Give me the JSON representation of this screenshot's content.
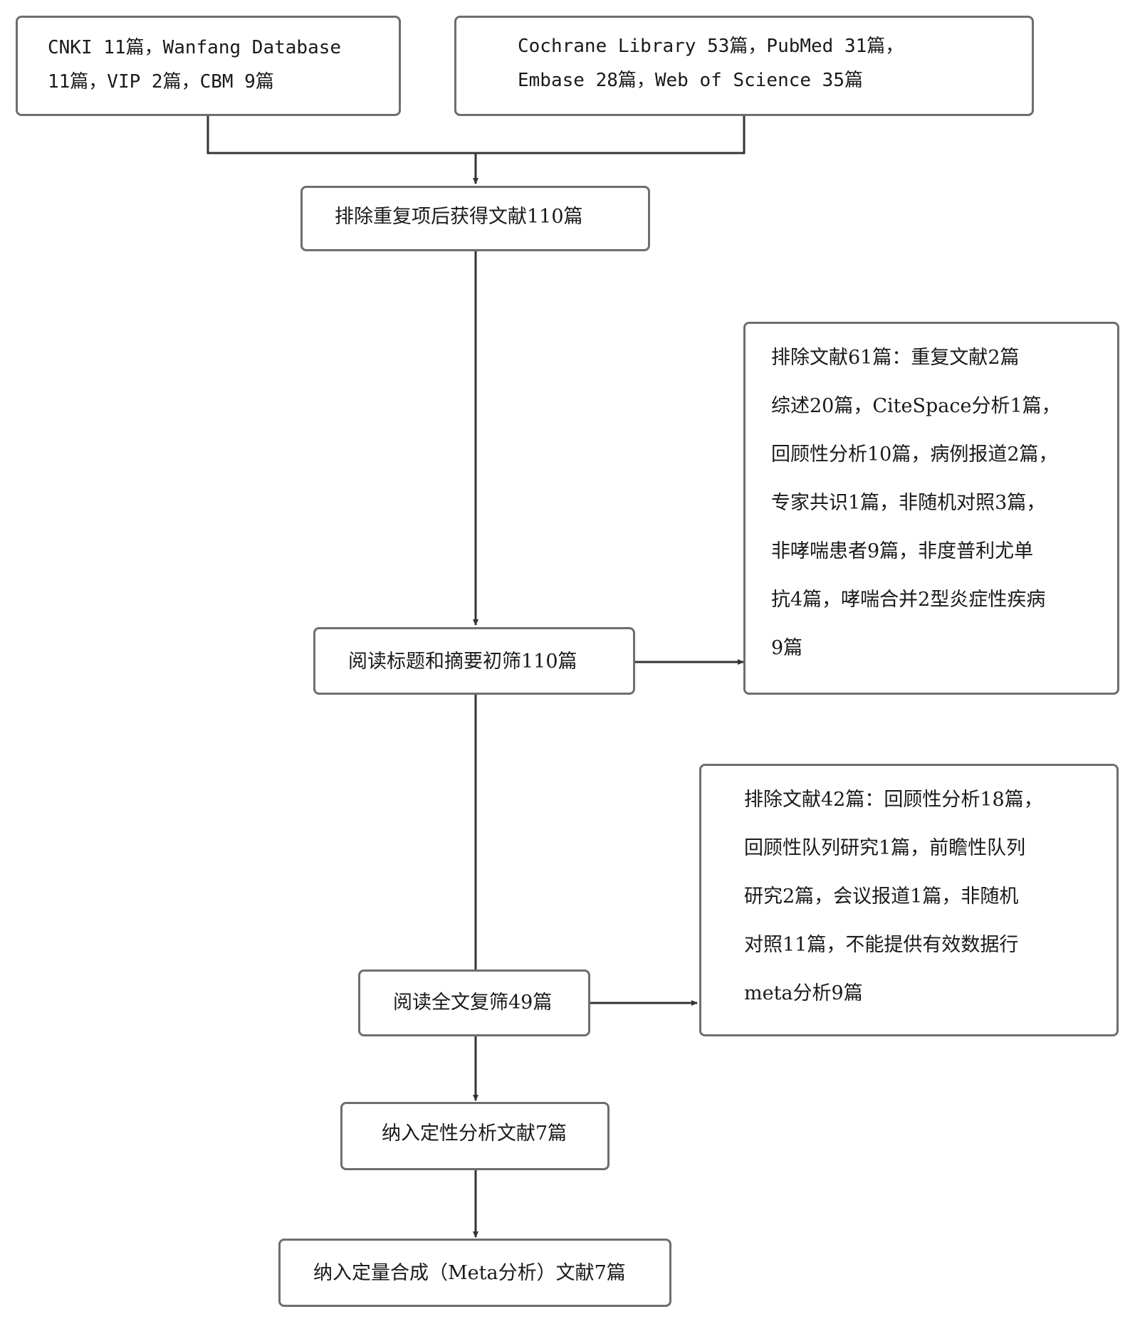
{
  "sources": {
    "chinese_db": [
      "CNKI 11篇，Wanfang Database",
      "11篇，VIP 2篇，CBM 9篇"
    ],
    "english_db": [
      "Cochrane Library 53篇，PubMed 31篇，",
      "Embase 28篇，Web of Science 35篇"
    ]
  },
  "steps": {
    "dedup": "排除重复项后获得文献110篇",
    "title_abstract": "阅读标题和摘要初筛110篇",
    "full_text": "阅读全文复筛49篇",
    "qualitative": "纳入定性分析文献7篇",
    "quantitative": "纳入定量合成（Meta分析）文献7篇"
  },
  "exclusions": {
    "first": [
      "排除文献61篇：重复文献2篇",
      "综述20篇，CiteSpace分析1篇，",
      "回顾性分析10篇，病例报道2篇，",
      "专家共识1篇，非随机对照3篇，",
      "非哮喘患者9篇，非度普利尤单",
      "抗4篇，哮喘合并2型炎症性疾病",
      "9篇"
    ],
    "second": [
      "排除文献42篇：回顾性分析18篇，",
      "回顾性队列研究1篇，前瞻性队列",
      "研究2篇，会议报道1篇，非随机",
      "对照11篇，不能提供有效数据行",
      "meta分析9篇"
    ]
  }
}
